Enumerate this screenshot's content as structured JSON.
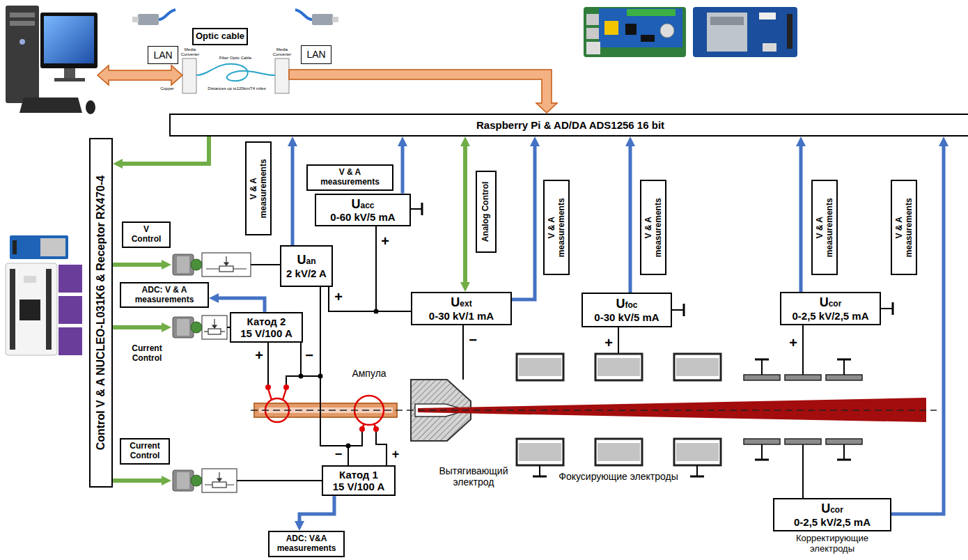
{
  "diagram": {
    "nodes": [
      {
        "text": [
          "Optic cable"
        ]
      },
      {
        "text": [
          "LAN"
        ]
      },
      {
        "text": [
          "LAN"
        ]
      },
      {
        "text": [
          "Raspberry Pi & AD/DA ADS1256 16 bit"
        ]
      },
      {
        "text": [
          "Control V & A NUCLEO-L031K6 & Receptor RX470-4"
        ]
      },
      {
        "text": [
          "V & A measurements"
        ]
      },
      {
        "text": [
          "V & A measurements"
        ]
      },
      {
        "text": [
          "Analog Control"
        ]
      },
      {
        "text": [
          "V & A measurements"
        ]
      },
      {
        "text": [
          "V & A measurements"
        ]
      },
      {
        "text": [
          "V & A measurements"
        ]
      },
      {
        "text": [
          "V & A measurements"
        ]
      },
      {
        "text": [
          "V Control"
        ]
      },
      {
        "text": [
          "Uacc",
          "0-60 kV/5 mA"
        ]
      },
      {
        "text": [
          "Uan",
          "2 kV/2 A"
        ]
      },
      {
        "text": [
          "ADC: V & A measurements"
        ]
      },
      {
        "text": [
          "Uext",
          "0-30 kV/1 mA"
        ]
      },
      {
        "text": [
          "Ufoc",
          "0-30 kV/5 mA"
        ]
      },
      {
        "text": [
          "Ucor",
          "0-2,5 kV/2,5 mA"
        ]
      },
      {
        "text": [
          "Катод 2",
          "15 V/100 A"
        ]
      },
      {
        "text": [
          "Current Control"
        ]
      },
      {
        "text": [
          "Катод 1",
          "15 V/100 A"
        ]
      },
      {
        "text": [
          "ADC: V&A measurements"
        ]
      },
      {
        "text": [
          "Ucor",
          "0-2,5 kV/2,5 mA"
        ]
      }
    ],
    "edges": [
      {
        "from": 3,
        "to": 4,
        "arrow": "to"
      },
      {
        "from": 14,
        "to": 3,
        "arrow": "to"
      },
      {
        "from": 13,
        "to": 3,
        "arrow": "to"
      },
      {
        "from": 16,
        "to": 3,
        "arrow": "to"
      },
      {
        "from": 3,
        "to": 16,
        "arrow": "both"
      },
      {
        "from": 17,
        "to": 3,
        "arrow": "to"
      },
      {
        "from": 18,
        "to": 3,
        "arrow": "to"
      },
      {
        "from": 23,
        "to": 3,
        "arrow": "to"
      },
      {
        "from": 19,
        "to": 15,
        "arrow": "to"
      },
      {
        "from": 21,
        "to": 22,
        "arrow": "to"
      }
    ],
    "labels": [
      "Media Converter",
      "Copper",
      "Fiber Optic Cable",
      "Distances up to120km/74 miles",
      "Media Converter",
      "+",
      "+",
      "Current Control",
      "+",
      "−",
      "−",
      "+",
      "+",
      "Ампула",
      "−",
      "+",
      "Вытягивающий электрод",
      "Фокусирующие электроды",
      "Корректирующие электроды"
    ]
  }
}
